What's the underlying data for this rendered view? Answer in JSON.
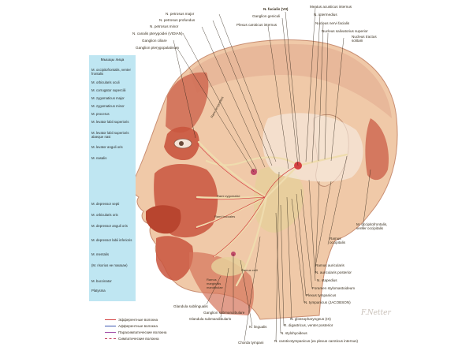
{
  "panel": {
    "title": "Мышцы лица",
    "items": [
      "M. occipitofrontalis, venter frontalis",
      "M. orbicularis oculi",
      "M. corrugator supercilii",
      "M. zygomaticus major",
      "M. zygomaticus minor",
      "M. procerus",
      "M. levator labii superioris",
      "M. levator labii superioris alaeque nasi",
      "M. levator anguli oris",
      "M. nasalis",
      "M. depressor septi",
      "M. orbicularis oris",
      "M. depressor anguli oris",
      "M. depressor labii inferioris",
      "M. mentalis",
      "(M. risorius не показан)",
      "M. buccinator",
      "Platysma"
    ]
  },
  "labels_top": [
    "N. petrosus major",
    "N. petrosus profundus",
    "N. petrosus minor",
    "N. canalis pterygoidei (VIDIAN)",
    "Ganglion ciliare",
    "Ganglion pterygopalatinum"
  ],
  "labels_top_mid": {
    "facialis": "N. facialis (VII)",
    "geniculi": "Ganglion geniculi",
    "plexus": "Plexus caroticus internus"
  },
  "labels_top_right": [
    "Meatus acusticus internus",
    "N. intermedius",
    "Nucleus nervi facialis",
    "Nucleus salivatorius superior",
    "Nucleus tractus solitarii"
  ],
  "labels_right": [
    "M. occipitofrontalis, venter occipitalis",
    "Ramus occipitalis",
    "Ramus auricularis",
    "N. auricularis posterior",
    "N. stapedius",
    "Foramen stylomastoideum",
    "Plexus tympanicus",
    "N. tympanicus (JACOBSON)"
  ],
  "labels_bottom": [
    "N. glossopharyngeus (IX)",
    "R. digastricus, venter posterior",
    "N. stylohyoideus",
    "N. caroticotympanicus (из plexus caroticus internus)",
    "N. lingualis",
    "Chorda tympani",
    "Ganglion submandibulare",
    "Glandula submandibularis",
    "Glandula sublingualis"
  ],
  "labels_face": {
    "temporales": "Rami temporales",
    "zygomatici": "Rami zygomatici",
    "buccales": "Rami buccales",
    "mandibularis": "Ramus marginalis mandibulae",
    "colli": "Ramus colli"
  },
  "legend": [
    {
      "label": "Эфферентные волокна",
      "color": "#d44040"
    },
    {
      "label": "Афферентные волокна",
      "color": "#3a55b0"
    },
    {
      "label": "Парасимпатические волокна",
      "color": "#a04fa8"
    },
    {
      "label": "Симпатические волокна",
      "color": "#c24060"
    }
  ],
  "signature": "F.Netter",
  "colors": {
    "skin": "#f0c9a8",
    "muscle": "#c9553e",
    "nerve": "#efdcae",
    "panel": "#bfe6f2"
  }
}
